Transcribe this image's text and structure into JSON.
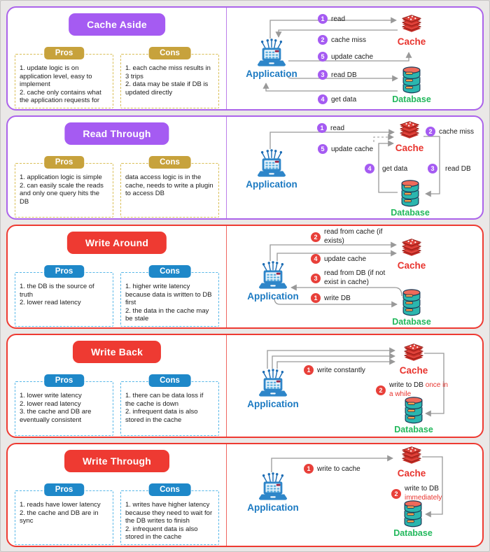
{
  "colors": {
    "purple_theme": "#a55bf2",
    "red_theme": "#ee3a32",
    "gold_badge": "#c7a23c",
    "blue_badge": "#1e88c9",
    "application_blue": "#1c7ac2",
    "cache_red": "#e8342e",
    "database_green": "#22b85c",
    "arrow_gray": "#999999"
  },
  "entities": {
    "application": "Application",
    "cache": "Cache",
    "database": "Database"
  },
  "labels": {
    "pros": "Pros",
    "cons": "Cons"
  },
  "sections": [
    {
      "title": "Cache Aside",
      "theme": "purple",
      "pros": [
        "1. update logic is on application level, easy to implement",
        "2. cache only contains what the application requests for"
      ],
      "cons": [
        "1. each cache miss results in 3 trips",
        "2. data may be stale if DB is updated directly"
      ],
      "steps": [
        {
          "num": "1",
          "text": "read"
        },
        {
          "num": "2",
          "text": "cache miss"
        },
        {
          "num": "5",
          "text": "update cache"
        },
        {
          "num": "3",
          "text": "read DB"
        },
        {
          "num": "4",
          "text": "get data"
        }
      ]
    },
    {
      "title": "Read Through",
      "theme": "purple",
      "pros": [
        "1. application logic is simple",
        "2. can easily scale the reads and only one query hits the DB"
      ],
      "cons": [
        "data access logic is in the cache, needs to write a plugin to access DB"
      ],
      "steps": [
        {
          "num": "1",
          "text": "read"
        },
        {
          "num": "5",
          "text": "update cache"
        },
        {
          "num": "2",
          "text": "cache miss"
        },
        {
          "num": "4",
          "text": "get data"
        },
        {
          "num": "3",
          "text": "read DB"
        }
      ]
    },
    {
      "title": "Write Around",
      "theme": "red",
      "pros": [
        "1. the DB is the source of truth",
        "2. lower read latency"
      ],
      "cons": [
        "1. higher write latency because data is written to DB first",
        "2. the data in the cache may be stale"
      ],
      "steps": [
        {
          "num": "2",
          "text": "read from cache (if exists)"
        },
        {
          "num": "4",
          "text": "update cache"
        },
        {
          "num": "3",
          "text": "read from DB (if not exist in cache)"
        },
        {
          "num": "1",
          "text": "write DB"
        }
      ]
    },
    {
      "title": "Write Back",
      "theme": "red",
      "pros": [
        "1. lower write latency",
        "2. lower read latency",
        "3. the cache and DB are eventually consistent"
      ],
      "cons": [
        "1. there can be data loss if the cache is down",
        "2. infrequent data is also stored in the cache"
      ],
      "steps": [
        {
          "num": "1",
          "text": "write constantly"
        },
        {
          "num": "2",
          "text": "write to DB ",
          "highlight": "once in a while"
        }
      ]
    },
    {
      "title": "Write Through",
      "theme": "red",
      "pros": [
        "1. reads have lower latency",
        "2. the cache and DB are in sync"
      ],
      "cons": [
        "1. writes have higher latency because they need to wait for the DB writes to finish",
        "2. infrequent data is also stored in the cache"
      ],
      "steps": [
        {
          "num": "1",
          "text": "write to cache"
        },
        {
          "num": "2",
          "text": "write to DB ",
          "highlight": "immediately"
        }
      ]
    }
  ]
}
